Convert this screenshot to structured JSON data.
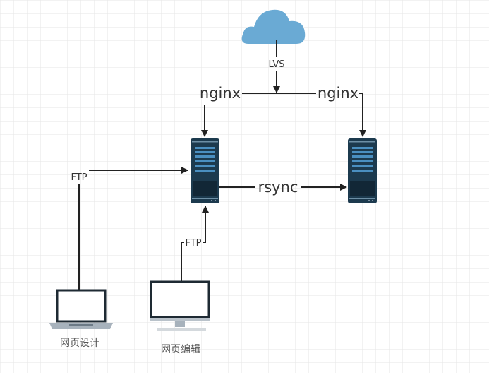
{
  "diagram": {
    "nodes": {
      "cloud": {
        "icon": "cloud-icon",
        "color": "#6aaad4"
      },
      "server_primary": {
        "icon": "server-icon"
      },
      "server_secondary": {
        "icon": "server-icon"
      },
      "laptop": {
        "icon": "laptop-icon",
        "label": "网页设计"
      },
      "desktop": {
        "icon": "desktop-monitor-icon",
        "label": "网页编辑"
      }
    },
    "edges": {
      "lvs": {
        "label": "LVS"
      },
      "nginx_left": {
        "label": "nginx"
      },
      "nginx_right": {
        "label": "nginx"
      },
      "rsync": {
        "label": "rsync"
      },
      "ftp_laptop": {
        "label": "FTP"
      },
      "ftp_desktop": {
        "label": "FTP"
      }
    },
    "colors": {
      "server": "#1c3a4e",
      "server_slot": "#4a8fc0",
      "line": "#222222",
      "grid": "#e6e6e6"
    }
  }
}
